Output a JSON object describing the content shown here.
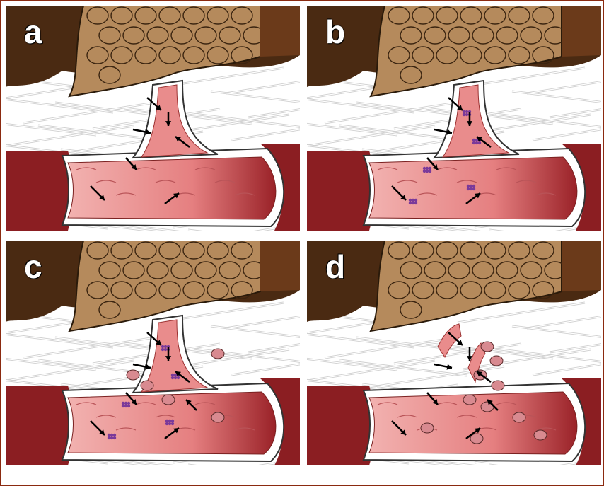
{
  "panels": [
    {
      "id": "a",
      "label": "a",
      "cells_in_tissue": 0,
      "arrows": 7
    },
    {
      "id": "b",
      "label": "b",
      "cells_in_tissue": 0,
      "arrows": 7
    },
    {
      "id": "c",
      "label": "c",
      "cells_in_tissue": 5,
      "arrows": 8
    },
    {
      "id": "d",
      "label": "d",
      "cells_in_tissue": 10,
      "arrows": 8
    }
  ],
  "colors": {
    "frame": "#8b2a10",
    "tissue_cell": "#b58a5c",
    "tissue_dark": "#4a2a12",
    "vessel_wall": "#d97a7a",
    "vessel_dark": "#8b1e22",
    "cell_pink": "#d88a90",
    "granule_purple": "#7a3a9a",
    "fibers": "#cfcfcf"
  }
}
